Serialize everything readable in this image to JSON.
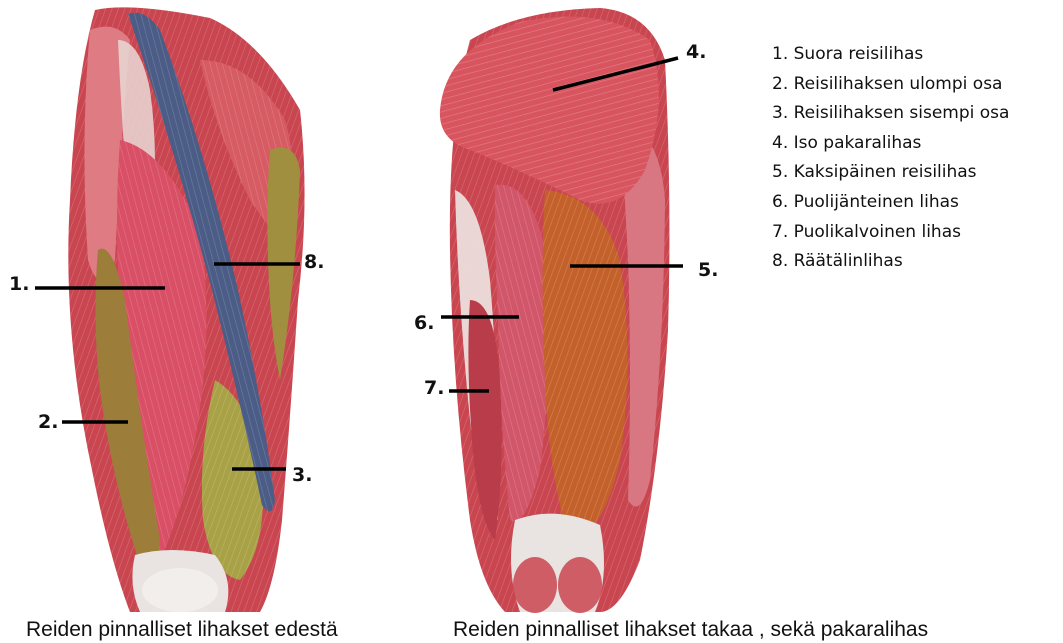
{
  "captions": {
    "front": "Reiden pinnalliset lihakset edestä",
    "back": "Reiden pinnalliset lihakset takaa , sekä pakaralihas"
  },
  "legend": [
    "1. Suora reisilihas",
    "2. Reisilihaksen ulompi osa",
    "3. Reisilihaksen sisempi osa",
    "4. Iso pakaralihas",
    "5. Kaksipäinen reisilihas",
    "6. Puolijänteinen lihas",
    "7. Puolikalvoinen lihas",
    "8. Räätälinlihas"
  ],
  "pointer_labels": {
    "n1": "1.",
    "n2": "2.",
    "n3": "3.",
    "n4": "4.",
    "n5": "5.",
    "n6": "6.",
    "n7": "7.",
    "n8": "8."
  },
  "colors": {
    "muscle_red": "#c9454f",
    "muscle_light": "#e27a82",
    "tendon": "#e9e3e1",
    "sartorius_blue": "#4b5d86",
    "vastus_olive": "#9c7d3a",
    "biceps_orange": "#c4612a",
    "pointer_line": "#000000"
  }
}
